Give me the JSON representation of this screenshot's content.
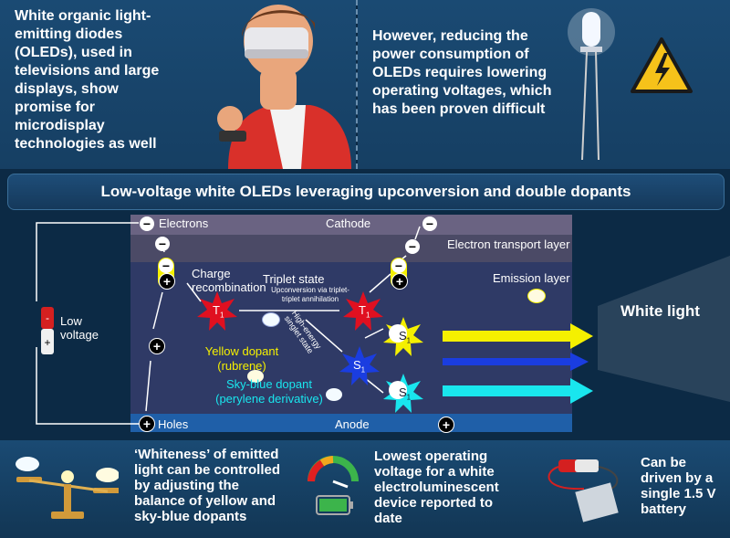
{
  "top": {
    "left_text": "White organic light-emitting diodes (OLEDs), used in televisions and large displays, show promise for microdisplay technologies as well",
    "right_text": "However, reducing the power consumption of OLEDs requires lowering operating voltages, which has been proven difficult"
  },
  "title": "Low-voltage white OLEDs leveraging upconversion and double dopants",
  "diagram": {
    "electrons": "Electrons",
    "cathode": "Cathode",
    "etl": "Electron transport layer",
    "charge_recombination": "Charge recombination",
    "triplet_state": "Triplet state",
    "upconversion": "Upconversion via triplet-triplet annihilation",
    "emission_layer": "Emission layer",
    "high_energy": "High-energy singlet state",
    "yellow_dopant": "Yellow dopant (rubrene)",
    "sky_blue_dopant": "Sky-blue dopant (perylene derivative)",
    "holes": "Holes",
    "anode": "Anode",
    "low_voltage": "Low voltage",
    "white_light": "White light",
    "t1": "T",
    "s1": "S",
    "sub1": "1",
    "minus": "−",
    "plus": "+",
    "colors": {
      "yellow": "#f5f000",
      "blue": "#1a3de0",
      "cyan": "#19e6ee",
      "red": "#e01020"
    }
  },
  "bottom": {
    "whiteness": "‘Whiteness’ of emitted light can be controlled by adjusting the balance of yellow and sky-blue dopants",
    "lowest_voltage": "Lowest operating voltage for a white electroluminescent device reported to date",
    "battery": "Can be driven by a single 1.5 V battery"
  }
}
